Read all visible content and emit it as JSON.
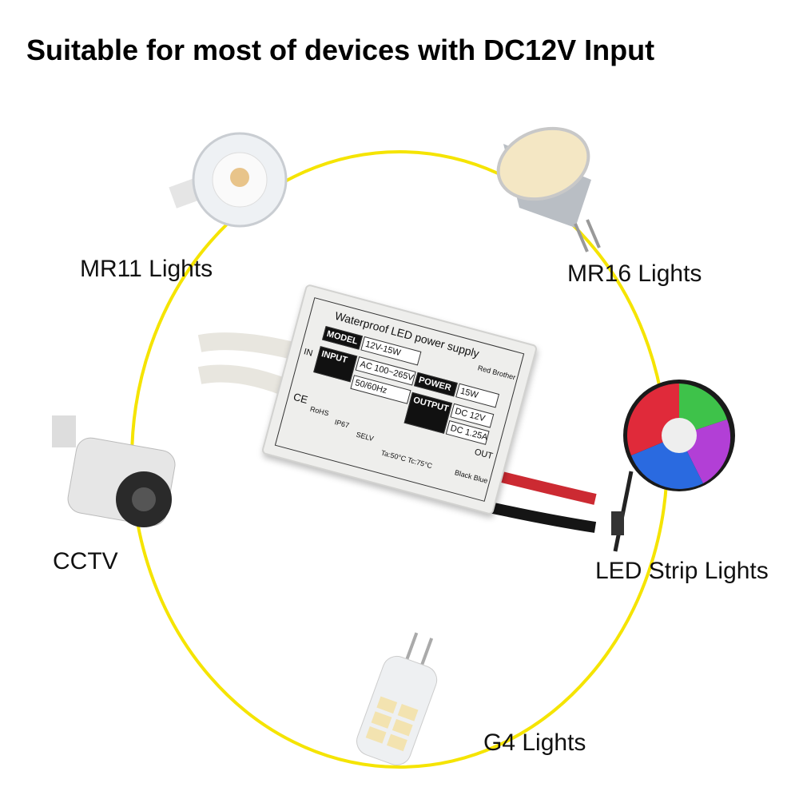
{
  "title": "Suitable for most of devices with DC12V Input",
  "devices": [
    {
      "label": "MR11 Lights",
      "icon": "mr11-bulb-icon"
    },
    {
      "label": "MR16 Lights",
      "icon": "mr16-bulb-icon"
    },
    {
      "label": "CCTV",
      "icon": "cctv-camera-icon"
    },
    {
      "label": "LED Strip Lights",
      "icon": "led-strip-icon"
    },
    {
      "label": "G4 Lights",
      "icon": "g4-bulb-icon"
    }
  ],
  "power_supply": {
    "heading": "Waterproof LED power supply",
    "model_label": "MODEL",
    "model_value": "12V-15W",
    "input_label": "INPUT",
    "input_value": "AC 100~265V",
    "input_freq": "50/60Hz",
    "power_label": "POWER",
    "power_value": "15W",
    "output_label": "OUTPUT",
    "output_voltage": "DC 12V",
    "output_current": "DC 1.25A",
    "in_label": "IN",
    "out_label": "OUT",
    "red_label": "Red Brother",
    "black_label": "Black Blue",
    "marks": [
      "CE",
      "RoHS",
      "IP67",
      "SELV",
      "Ta:50°C Tc:75°C"
    ]
  },
  "colors": {
    "ring": "#f5e400",
    "title": "#000000"
  }
}
